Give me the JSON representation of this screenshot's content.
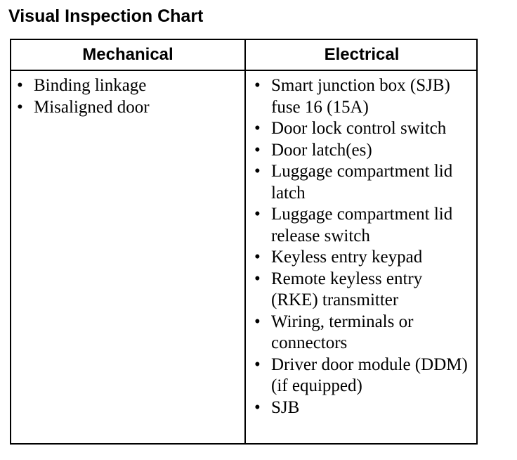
{
  "title": "Visual Inspection Chart",
  "columns": [
    {
      "header": "Mechanical",
      "items": [
        "Binding linkage",
        "Misaligned door"
      ]
    },
    {
      "header": "Electrical",
      "items": [
        "Smart junction box (SJB) fuse 16 (15A)",
        "Door lock control switch",
        "Door latch(es)",
        "Luggage compartment lid latch",
        "Luggage compartment lid release switch",
        "Keyless entry keypad",
        "Remote keyless entry (RKE) transmitter",
        "Wiring, terminals or connectors",
        "Driver door module (DDM) (if equipped)",
        "SJB"
      ]
    }
  ]
}
